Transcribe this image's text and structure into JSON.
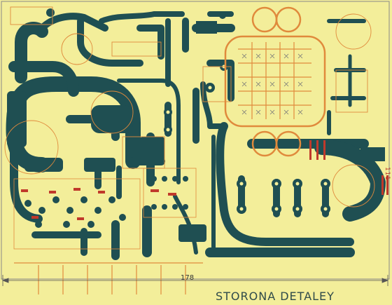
{
  "board": {
    "dimension_label": "178",
    "caption": "STORONA DETALEY",
    "side_label": "111",
    "colors": {
      "background": "#f3ee9a",
      "copper": "#1f4f52",
      "silkscreen": "#e08a3c",
      "marker": "#c0392b"
    }
  }
}
